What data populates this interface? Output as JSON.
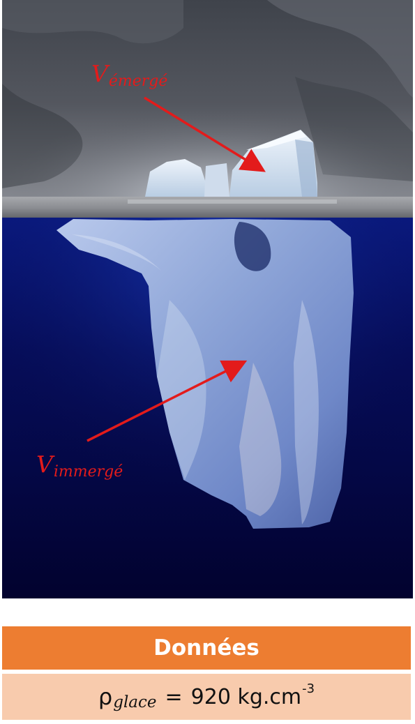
{
  "labels": {
    "emerge": {
      "main": "V",
      "sub": "émergé"
    },
    "immerge": {
      "main": "V",
      "sub": "immergé"
    }
  },
  "table": {
    "header": "Données",
    "symbol": "ρ",
    "subscript": "glace",
    "equals": "=",
    "value": "920 kg.cm",
    "exponent": "-3"
  },
  "colors": {
    "arrow": "#e31b1b",
    "header_bg": "#ed7d31",
    "row_bg": "#f8cbad",
    "sky": "#4a4d56",
    "ocean": "#06064a"
  },
  "icons": {
    "arrow_emerge": "red-arrow",
    "arrow_immerge": "red-arrow"
  }
}
